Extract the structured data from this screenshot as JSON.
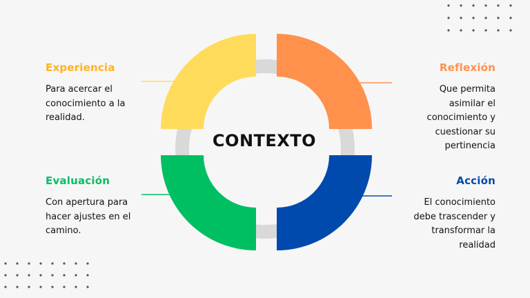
{
  "center": {
    "label": "CONTEXTO"
  },
  "quadrants": {
    "experiencia": {
      "title": "Experiencia",
      "text": "Para acercar el\nconocimiento a la\nrealidad.",
      "color": "#ffdb5c"
    },
    "reflexion": {
      "title": "Reflexión",
      "text": "Que permita\nasimilar el\nconocimiento y\ncuestionar su\npertinencia",
      "color": "#ff914d"
    },
    "evaluacion": {
      "title": "Evaluación",
      "text": "Con apertura para\nhacer ajustes en el\ncamino.",
      "color": "#00bf63"
    },
    "accion": {
      "title": "Acción",
      "text": "El conocimiento\ndebe trascender y\ntransformar la\nrealidad",
      "color": "#004aad"
    }
  },
  "ring": {
    "color": "#d9d9d9"
  },
  "dots": {
    "color": "#555555"
  }
}
